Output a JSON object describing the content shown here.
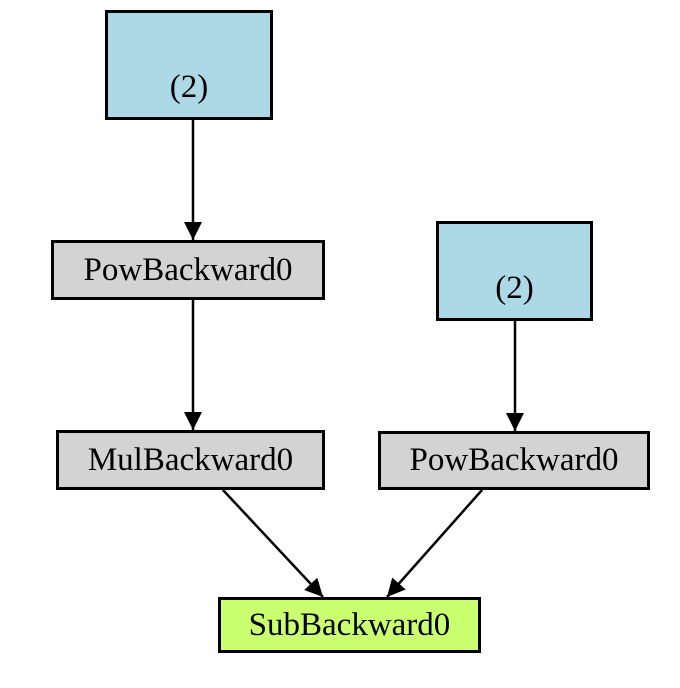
{
  "diagram": {
    "type": "directed-graph",
    "description": "autograd backward graph",
    "nodes": [
      {
        "id": "tensor_left",
        "label": "(2)",
        "kind": "tensor",
        "fill": "#add8e6"
      },
      {
        "id": "pow_left",
        "label": "PowBackward0",
        "kind": "grad_fn",
        "fill": "#d3d3d3"
      },
      {
        "id": "mul",
        "label": "MulBackward0",
        "kind": "grad_fn",
        "fill": "#d3d3d3"
      },
      {
        "id": "tensor_right",
        "label": "(2)",
        "kind": "tensor",
        "fill": "#add8e6"
      },
      {
        "id": "pow_right",
        "label": "PowBackward0",
        "kind": "grad_fn",
        "fill": "#d3d3d3"
      },
      {
        "id": "sub",
        "label": "SubBackward0",
        "kind": "grad_fn_output",
        "fill": "#caff70"
      }
    ],
    "edges": [
      {
        "from": "tensor_left",
        "to": "pow_left"
      },
      {
        "from": "pow_left",
        "to": "mul"
      },
      {
        "from": "tensor_right",
        "to": "pow_right"
      },
      {
        "from": "mul",
        "to": "sub"
      },
      {
        "from": "pow_right",
        "to": "sub"
      }
    ],
    "colors": {
      "tensor_fill": "#add8e6",
      "op_fill": "#d3d3d3",
      "output_fill": "#caff70",
      "border": "#000000",
      "edge": "#000000",
      "background": "#ffffff"
    }
  }
}
